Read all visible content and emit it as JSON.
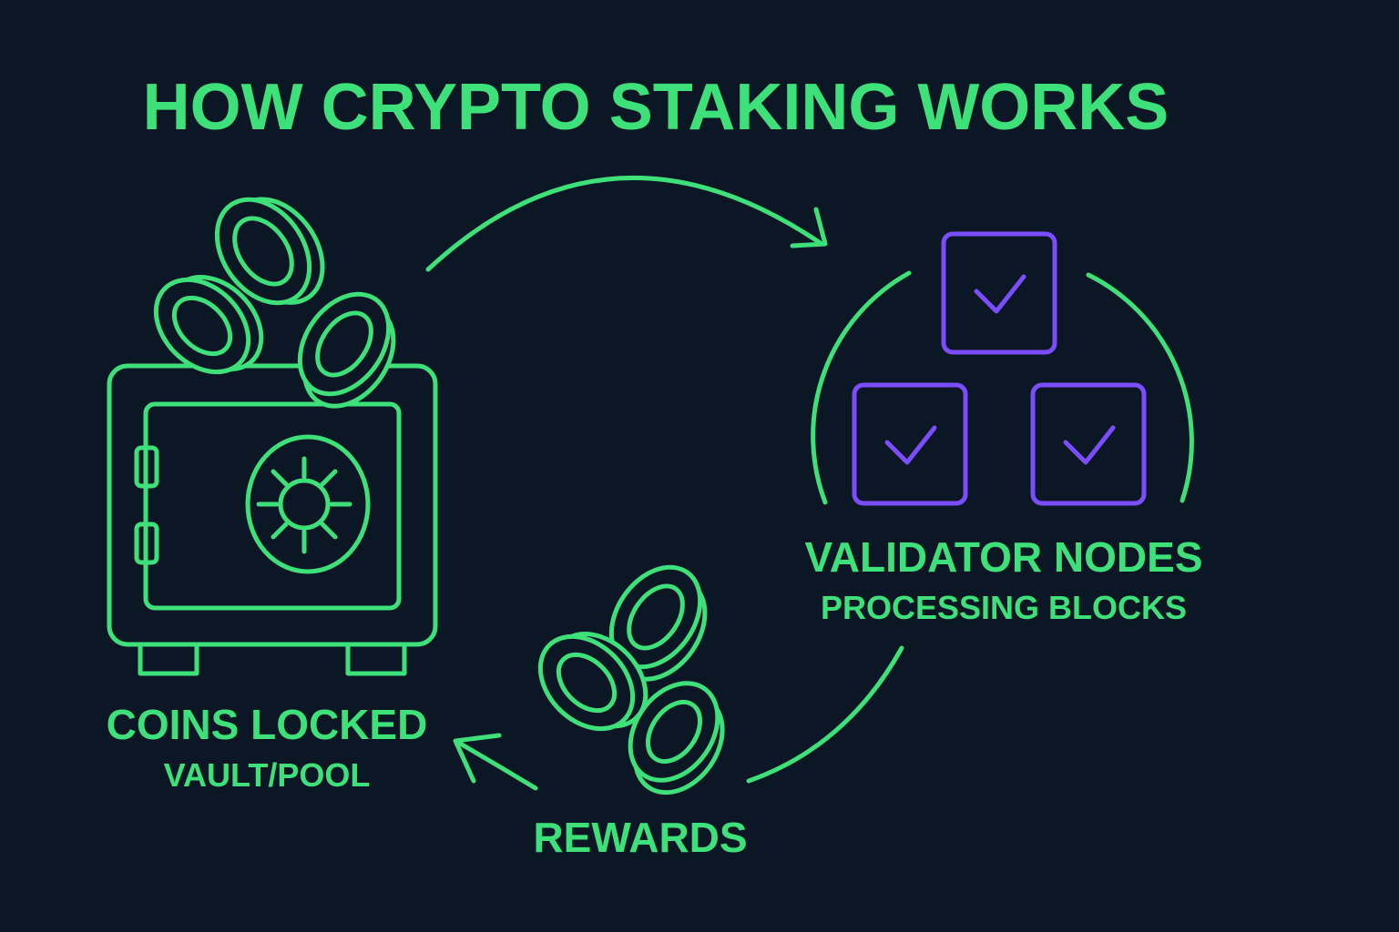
{
  "title": "HOW CRYPTO STAKING WORKS",
  "colors": {
    "background": "#0b1724",
    "primary": "#3ee07a",
    "validator": "#7c4dff"
  },
  "nodes": {
    "vault": {
      "label": "COINS LOCKED",
      "sublabel": "VAULT/POOL",
      "icons": [
        "safe-icon",
        "coin-icon"
      ]
    },
    "validators": {
      "label": "VALIDATOR NODES",
      "sublabel": "PROCESSING BLOCKS",
      "icons": [
        "check-box-icon"
      ]
    },
    "rewards": {
      "label": "REWARDS",
      "icons": [
        "coin-icon"
      ]
    }
  }
}
